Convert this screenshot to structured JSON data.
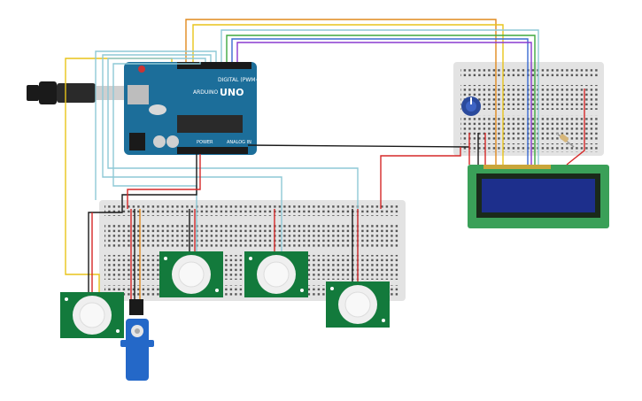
{
  "arduino": {
    "brand": "UNO",
    "model": "ARDUINO",
    "digital_label": "DIGITAL (PWM~)",
    "power_label": "POWER",
    "analog_label": "ANALOG IN"
  },
  "lcd": {
    "text_line1": "",
    "text_line2": ""
  },
  "components": {
    "pir_sensor_count": 4,
    "servo_count": 1,
    "breadboard_count": 2,
    "potentiometer_count": 1,
    "resistor_count": 1
  },
  "colors": {
    "arduino_board": "#1c6e9a",
    "lcd_screen": "#1d2f8c",
    "lcd_board": "#3aa058",
    "pir_board": "#137a3c",
    "breadboard": "#e3e3e3",
    "wire_red": "#d62828",
    "wire_black": "#1a1a1a",
    "wire_yellow": "#e8c41a",
    "wire_orange": "#e08a1e",
    "wire_cyan": "#8ec9d6",
    "wire_green": "#3ea83e",
    "wire_blue": "#3a6bd0",
    "wire_purple": "#8a3ad0",
    "servo_body": "#2468c8"
  }
}
